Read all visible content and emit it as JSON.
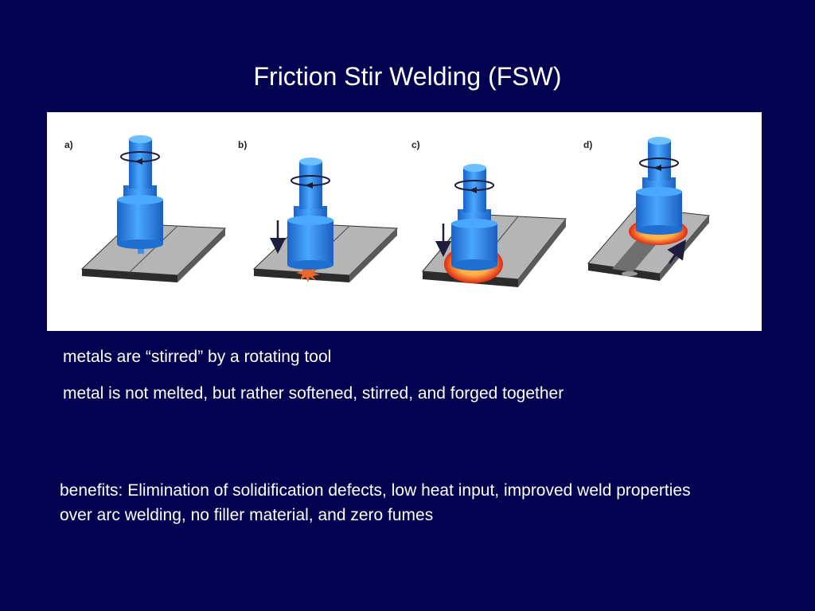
{
  "slide": {
    "title": "Friction Stir Welding (FSW)",
    "background_color": "#020250",
    "text_color": "#ffffff"
  },
  "figure": {
    "panel_color": "#ffffff",
    "tool_color": "#2f8ef0",
    "plate_color": "#a8a8a8",
    "heat_color": "#e63b1e",
    "steps": [
      {
        "label": "a)"
      },
      {
        "label": "b)"
      },
      {
        "label": "c)"
      },
      {
        "label": "d)"
      }
    ]
  },
  "text": {
    "line1": "metals are “stirred” by a rotating tool",
    "line2": "metal is not melted, but rather softened, stirred, and  forged together",
    "benefits": "benefits: Elimination of solidification defects, low heat input, improved weld properties over arc welding, no filler material, and zero fumes"
  }
}
